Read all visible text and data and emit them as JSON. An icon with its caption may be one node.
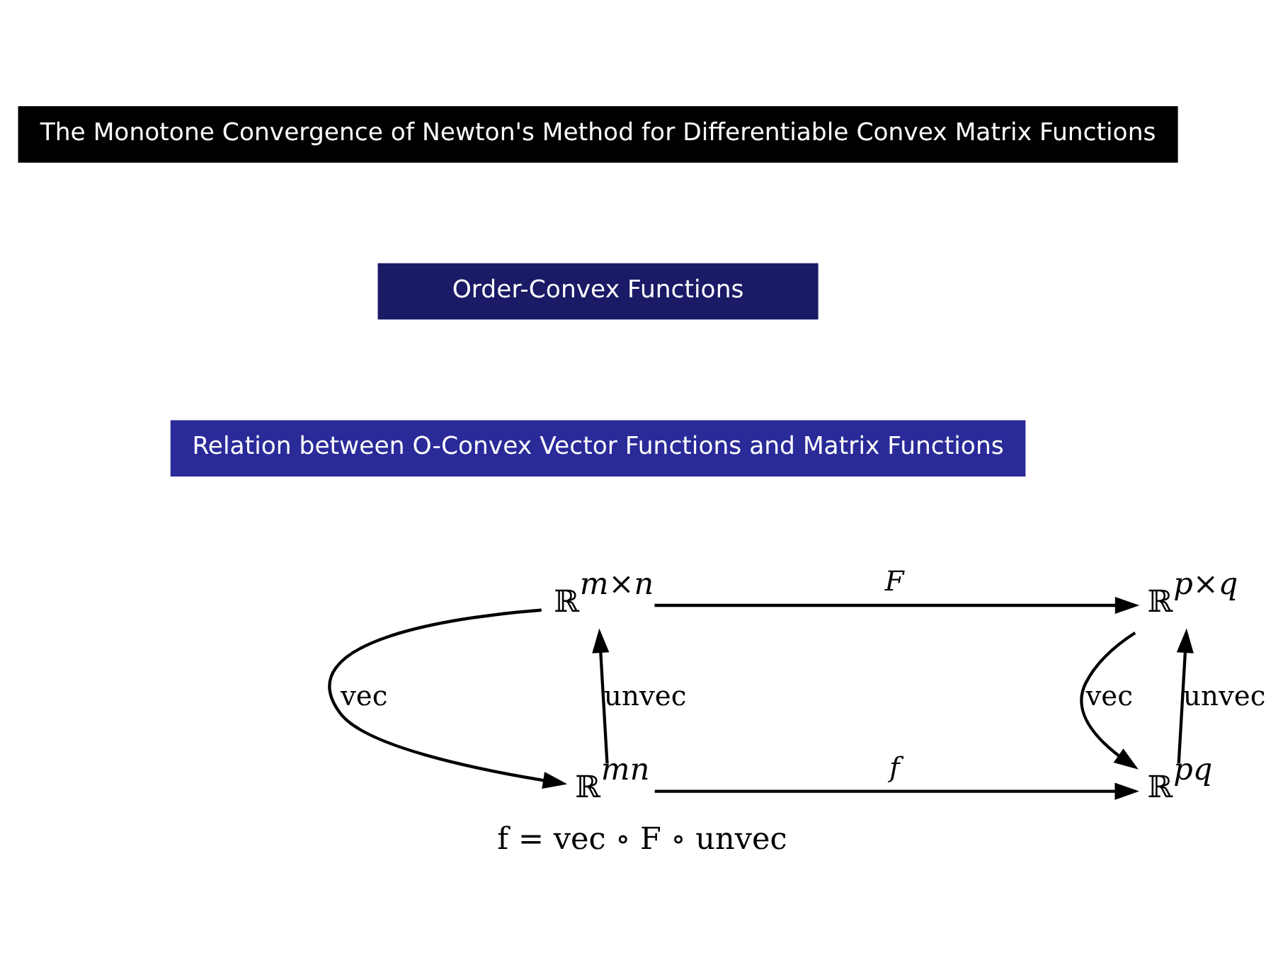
{
  "diagram": {
    "caption": "f = vec ∘ F ∘ unvec",
    "nodes": [
      {
        "text": [
          "ℝ$^{m×n}$"
        ]
      },
      {
        "text": [
          "ℝ$^{p×q}$"
        ]
      },
      {
        "text": [
          "ℝ$^{mn}$"
        ]
      },
      {
        "text": [
          "ℝ$^{pq}$"
        ]
      }
    ],
    "edges": [
      {
        "from": 0,
        "to": 1,
        "arrow": "to",
        "label": "F"
      },
      {
        "from": 0,
        "to": 2,
        "arrow": "to",
        "label": "vec"
      },
      {
        "from": 2,
        "to": 0,
        "arrow": "to",
        "label": "unvec"
      },
      {
        "from": 1,
        "to": 3,
        "arrow": "to",
        "label": "vec"
      },
      {
        "from": 3,
        "to": 1,
        "arrow": "to",
        "label": "unvec"
      },
      {
        "from": 2,
        "to": 3,
        "arrow": "to",
        "label": "f"
      }
    ],
    "labels": [
      "The Monotone Convergence of Newton's Method for Differentiable Convex Matrix Functions",
      "Order-Convex Functions",
      "Relation between O-Convex Vector Functions and Matrix Functions"
    ]
  }
}
